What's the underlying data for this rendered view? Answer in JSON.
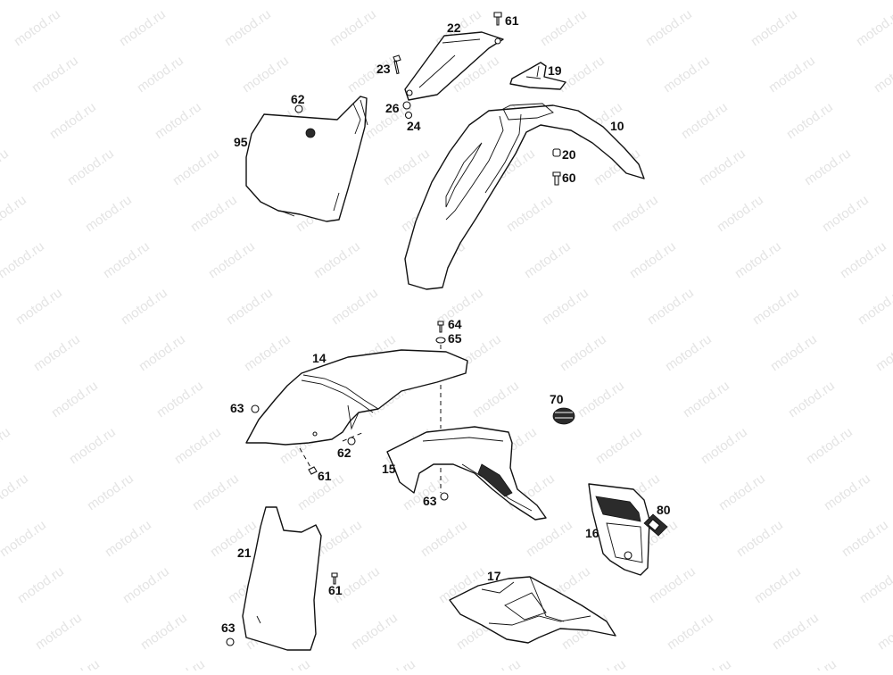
{
  "watermark": "motod.ru",
  "colors": {
    "line": "#111111",
    "background": "#ffffff",
    "watermark": "#e4e4e4"
  },
  "callouts": [
    "22",
    "61",
    "23",
    "19",
    "62",
    "26",
    "24",
    "10",
    "95",
    "20",
    "60",
    "64",
    "65",
    "14",
    "70",
    "63",
    "62",
    "61",
    "15",
    "63",
    "80",
    "16",
    "21",
    "61",
    "17",
    "63"
  ]
}
